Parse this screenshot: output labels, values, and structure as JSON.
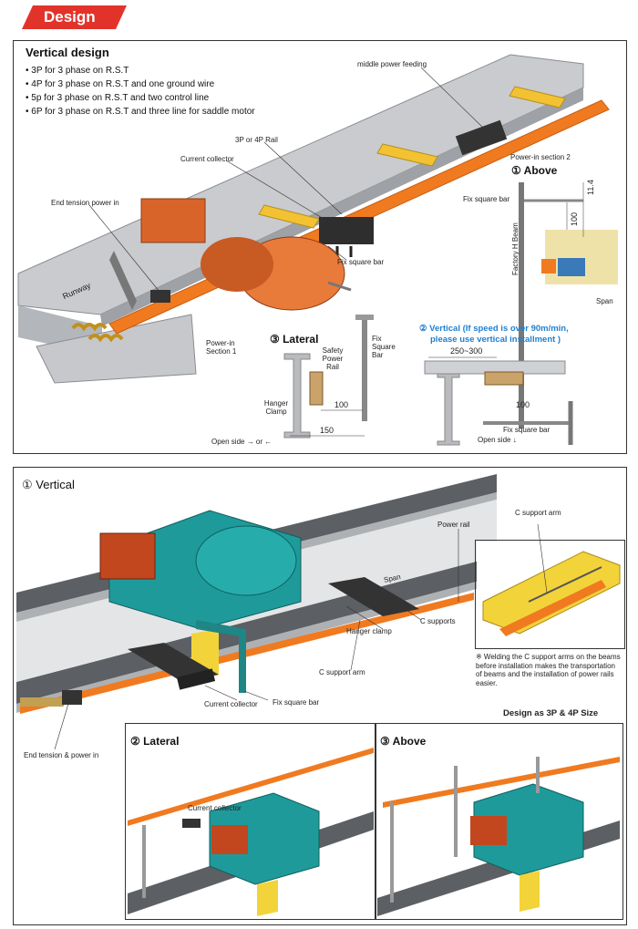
{
  "header": {
    "badge": "Design"
  },
  "colors": {
    "accent": "#e2332b",
    "rail": "#f07a20",
    "hoist": "#1f9a9a",
    "beam": "#9fa2a6",
    "blue_text": "#1f7fcf"
  },
  "top": {
    "title": "Vertical design",
    "bullets": [
      "3P for 3 phase on R.S.T",
      "4P for 3 phase on R.S.T and one ground wire",
      "5p for 3 phase on R.S.T and two control line",
      "6P for 3 phase on R.S.T and three line for saddle motor"
    ],
    "labels": {
      "middle_power": "middle power feeding",
      "rail": "3P or 4P Rail",
      "current_collector": "Current collector",
      "end_tension": "End tension power in",
      "runway": "Runway",
      "fix_square_bar": "Fix square bar",
      "power_in_1": "Power-in",
      "power_in_1b": "Section 1",
      "power_in_2": "Power-in section 2",
      "factory_beam": "Factory H Beam",
      "span": "Span"
    },
    "above": {
      "title": "① Above",
      "fix_bar": "Fix square bar",
      "dim1": "11.4",
      "dim2": "100"
    },
    "lateral": {
      "title": "③ Lateral",
      "safety_rail": "Safety Power Rail",
      "fix_bar": "Fix Square Bar",
      "hanger": "Hanger Clamp",
      "dim1": "100",
      "dim2": "150",
      "open_side": "Open side → or ←"
    },
    "vertical_note": {
      "line1": "② Vertical (If speed is over 90m/min,",
      "line2": "please use vertical installment )",
      "dim1": "250~300",
      "dim2": "100",
      "fix_bar": "Fix square bar",
      "open_side": "Open side ↓"
    }
  },
  "bottom": {
    "title": "① Vertical",
    "labels": {
      "power_rail": "Power rail",
      "c_support_arm_inset": "C support arm",
      "span": "Span",
      "c_supports": "C supports",
      "hanger_clamp": "Hanger clamp",
      "c_support_arm": "C support arm",
      "current_collector": "Current collector",
      "fix_square_bar": "Fix square bar",
      "end_tension": "End tension & power in"
    },
    "note": "※ Welding the C support arms on the beams before installation makes the transportation of beams and the installation of power rails easier.",
    "size_note": "Design as 3P & 4P Size",
    "lateral": {
      "title": "② Lateral",
      "current_collector": "Current collector"
    },
    "above": {
      "title": "③ Above"
    }
  }
}
